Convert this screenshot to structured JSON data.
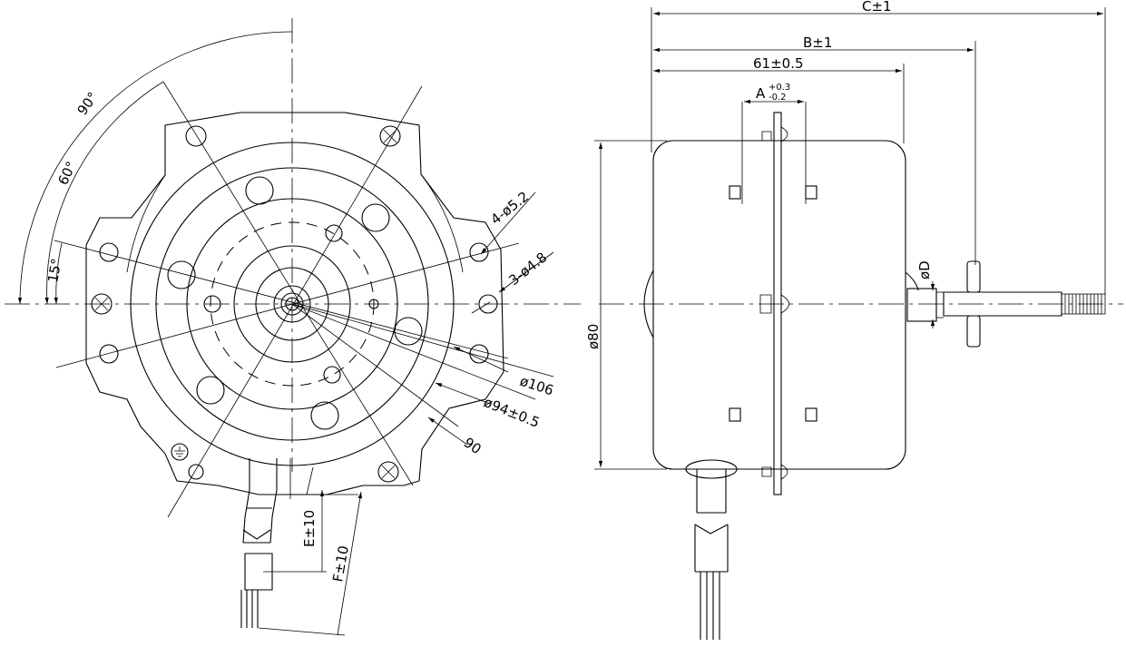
{
  "front_view": {
    "angles": {
      "a90": "90°",
      "a60": "60°",
      "a15": "15°"
    },
    "callouts": {
      "holes_large": "4-ø5.2",
      "holes_small": "3-ø4.8",
      "dia_106": "ø106",
      "dia_94": "ø94±0.5",
      "dim_90": "90",
      "dim_E": "E±10",
      "dim_F": "F±10"
    }
  },
  "side_view": {
    "dim_C": "C±1",
    "dim_B": "B±1",
    "dim_61": "61±0.5",
    "dim_A": "A",
    "dim_A_upper_tol": "+0.3",
    "dim_A_lower_tol": "-0.2",
    "dia_80": "ø80",
    "dia_D": "øD"
  },
  "colors": {
    "line": "#000000",
    "background": "#ffffff"
  }
}
